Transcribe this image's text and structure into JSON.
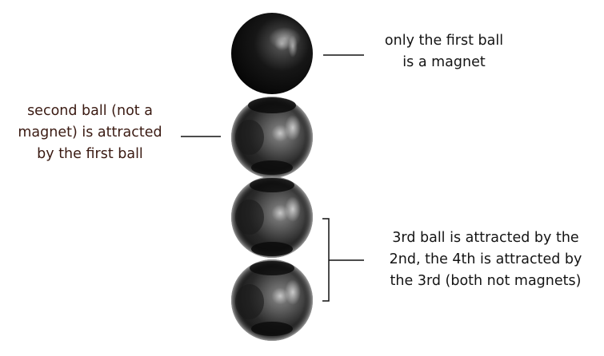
{
  "labels": {
    "first": [
      "only the first ball",
      "is a magnet"
    ],
    "second": [
      "second ball (not a",
      "magnet) is attracted",
      "by the first ball"
    ],
    "third": [
      "3rd ball is attracted by the",
      "2nd, the 4th is attracted by",
      "the 3rd (both not magnets)"
    ]
  },
  "colors": {
    "magnet_ball": "#0a0a0a",
    "steel_ball": "#3a3a3a",
    "text": "#1e1a1a",
    "line": "#111111"
  }
}
